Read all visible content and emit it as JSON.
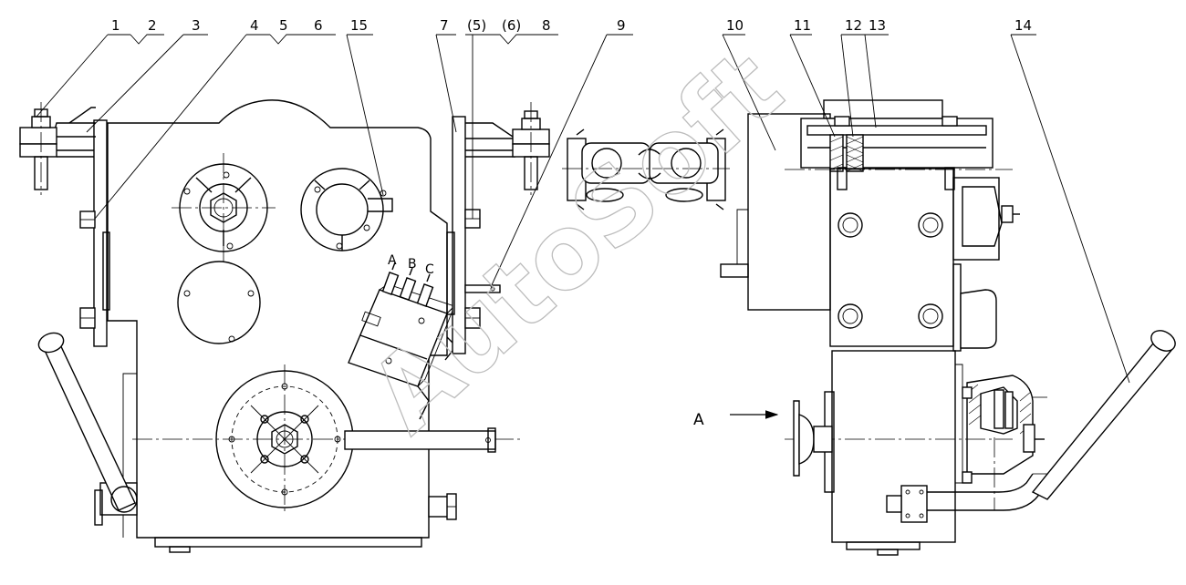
{
  "callouts": [
    {
      "id": "c1",
      "text": "1"
    },
    {
      "id": "c2",
      "text": "2"
    },
    {
      "id": "c3",
      "text": "3"
    },
    {
      "id": "c4",
      "text": "4"
    },
    {
      "id": "c5",
      "text": "5"
    },
    {
      "id": "c6",
      "text": "6"
    },
    {
      "id": "c15",
      "text": "15"
    },
    {
      "id": "c7",
      "text": "7"
    },
    {
      "id": "c5b",
      "text": "(5)"
    },
    {
      "id": "c6b",
      "text": "(6)"
    },
    {
      "id": "c8",
      "text": "8"
    },
    {
      "id": "c9",
      "text": "9"
    },
    {
      "id": "c10",
      "text": "10"
    },
    {
      "id": "c11",
      "text": "11"
    },
    {
      "id": "c12",
      "text": "12"
    },
    {
      "id": "c13",
      "text": "13"
    },
    {
      "id": "c14",
      "text": "14"
    }
  ],
  "valve_ports": [
    "A",
    "B",
    "C"
  ],
  "view_marker": "A",
  "watermark": "AutoSoft"
}
